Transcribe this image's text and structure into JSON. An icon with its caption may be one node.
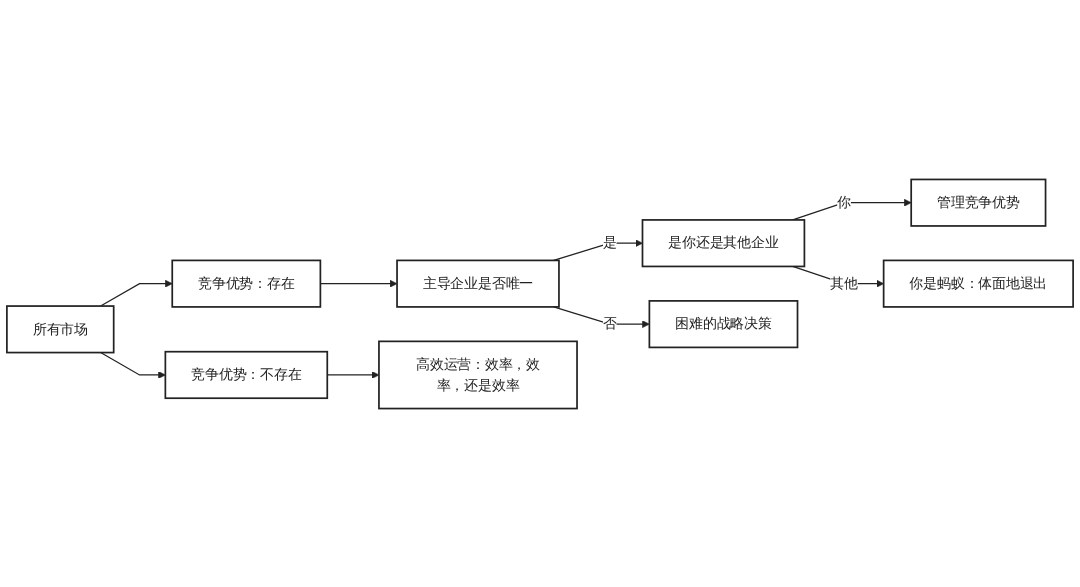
{
  "diagram": {
    "nodes": [
      {
        "text": [
          "所有市场"
        ]
      },
      {
        "text": [
          "竞争优势：存在"
        ]
      },
      {
        "text": [
          "主导企业是否唯一"
        ]
      },
      {
        "text": [
          "是你还是其他企业"
        ]
      },
      {
        "text": [
          "管理竞争优势"
        ]
      },
      {
        "text": [
          "你是蚂蚁：体面地退出"
        ]
      },
      {
        "text": [
          "困难的战略决策"
        ]
      },
      {
        "text": [
          "竞争优势：不存在"
        ]
      },
      {
        "text": [
          "高效运营：效率，效率，还是效率"
        ]
      }
    ],
    "edges": [
      {
        "from": 0,
        "to": 1,
        "arrow": "to"
      },
      {
        "from": 0,
        "to": 7,
        "arrow": "to"
      },
      {
        "from": 1,
        "to": 2,
        "arrow": "to"
      },
      {
        "from": 2,
        "to": 3,
        "arrow": "to",
        "label": "是"
      },
      {
        "from": 2,
        "to": 6,
        "arrow": "to",
        "label": "否"
      },
      {
        "from": 3,
        "to": 4,
        "arrow": "to",
        "label": "你"
      },
      {
        "from": 3,
        "to": 5,
        "arrow": "to",
        "label": "其他"
      },
      {
        "from": 7,
        "to": 8,
        "arrow": "to"
      }
    ]
  }
}
